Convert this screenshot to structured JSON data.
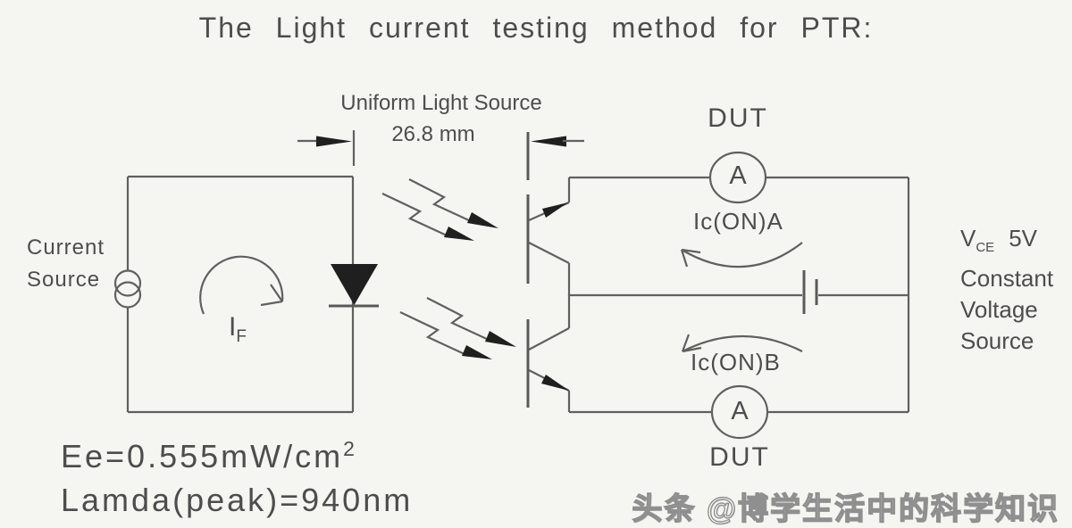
{
  "title": "The Light current testing method for PTR:",
  "light_source": {
    "label": "Uniform Light Source",
    "distance": "26.8 mm"
  },
  "left_circuit": {
    "source_line1": "Current",
    "source_line2": "Source",
    "forward_current_main": "I",
    "forward_current_sub": "F"
  },
  "dut": {
    "top_label": "DUT",
    "bottom_label": "DUT",
    "ammeter_top": "A",
    "ammeter_bottom": "A",
    "collector_current_a": "Ic(ON)A",
    "collector_current_b": "Ic(ON)B"
  },
  "voltage_source": {
    "symbol": "V",
    "symbol_sub": "CE",
    "value": "5V",
    "line2": "Constant",
    "line3": "Voltage",
    "line4": "Source"
  },
  "test_conditions": {
    "irradiance_main": "Ee=0.555mW/cm",
    "irradiance_sup": "2",
    "wavelength": "Lamda(peak)=940nm"
  },
  "watermark": "头条 @博学生活中的科学知识",
  "colors": {
    "background": "#f5f5f2",
    "line": "#606060",
    "text": "#4d4d4d",
    "ink": "#1f1f1f"
  }
}
